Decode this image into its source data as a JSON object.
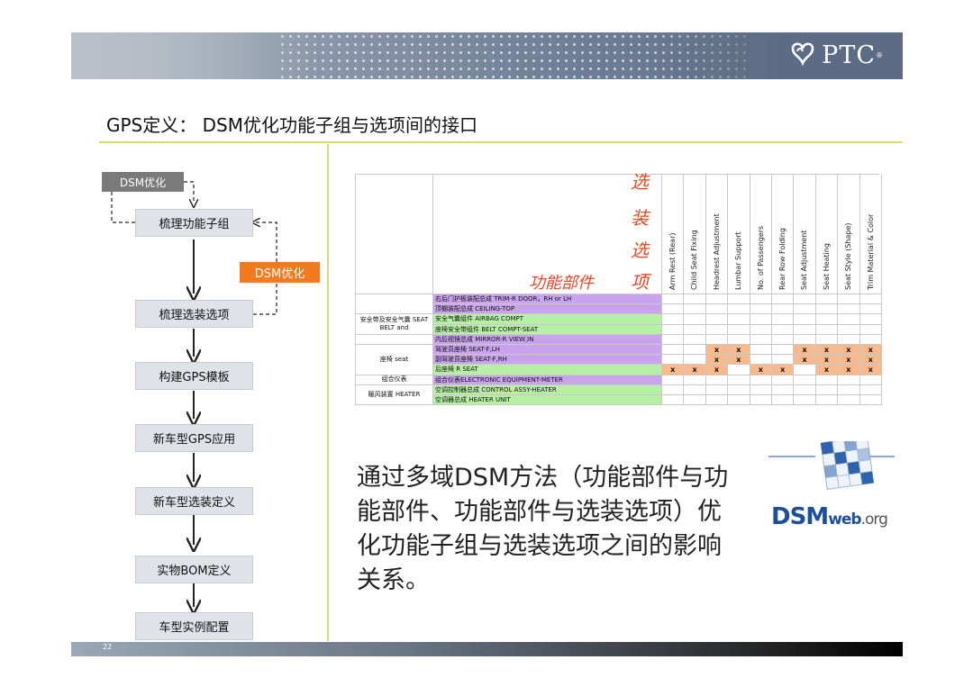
{
  "header": {
    "logo_text": "PTC",
    "logo_reg": "®"
  },
  "title": "GPS定义： DSM优化功能子组与选项间的接口",
  "flow": {
    "tag_gray": "DSM优化",
    "tag_orange": "DSM优化",
    "steps": [
      "梳理功能子组",
      "梳理选装选项",
      "构建GPS模板",
      "新车型GPS应用",
      "新车型选装定义",
      "实物BOM定义",
      "车型实例配置"
    ]
  },
  "matrix": {
    "option_label_chars": [
      "选",
      "装",
      "选",
      "项"
    ],
    "component_label": "功能部件",
    "columns": [
      "Arm Rest (Rear)",
      "Child Seat Fixing",
      "Headrest Adjustment",
      "Lumbar Support",
      "No. of Passengers",
      "Rear Row Folding",
      "Seat Adjustment",
      "Seat Heating",
      "Seat Style (Shape)",
      "Trim Material & Color"
    ],
    "groups": [
      {
        "label": "",
        "rows": [
          0,
          1
        ]
      },
      {
        "label": "安全带及安全气囊 SEAT BELT and",
        "rows": [
          2,
          3
        ]
      },
      {
        "label": "",
        "rows": [
          4
        ]
      },
      {
        "label": "座椅 seat",
        "rows": [
          5,
          6,
          7
        ]
      },
      {
        "label": "组合仪表",
        "rows": [
          8
        ]
      },
      {
        "label": "暖风装置 HEATER",
        "rows": [
          9,
          10
        ]
      }
    ],
    "rows": [
      {
        "name": "右后门护板装配总成 TRIM-R DOOR，RH or LH",
        "color": "purple",
        "marks": []
      },
      {
        "name": "顶棚装配总成 CEILING-TOP",
        "color": "purple",
        "marks": []
      },
      {
        "name": "安全气囊组件 AIRBAG COMPT",
        "color": "green",
        "marks": []
      },
      {
        "name": "座椅安全带组件 BELT COMPT-SEAT",
        "color": "green",
        "marks": []
      },
      {
        "name": "内后视镜总成 MIRROR-R VIEW,IN",
        "color": "purple",
        "marks": []
      },
      {
        "name": "驾驶员座椅 SEAT-F,LH",
        "color": "purple",
        "marks": [
          2,
          3,
          6,
          7,
          8,
          9
        ]
      },
      {
        "name": "副驾驶员座椅 SEAT-F,RH",
        "color": "purple",
        "marks": [
          2,
          3,
          6,
          7,
          8,
          9
        ]
      },
      {
        "name": "后座椅 R SEAT",
        "color": "green",
        "marks": [
          0,
          1,
          2,
          4,
          5,
          7,
          8,
          9
        ]
      },
      {
        "name": "组合仪表ELECTRONIC EQUIPMENT-METER",
        "color": "purple",
        "marks": []
      },
      {
        "name": "空调控制器总成 CONTROL ASSY-HEATER",
        "color": "green",
        "marks": []
      },
      {
        "name": "空调器总成 HEATER UNIT",
        "color": "green",
        "marks": []
      }
    ],
    "mark_symbol": "x",
    "colors": {
      "purple": "#c9a3ee",
      "green": "#b6f0a4",
      "mark": "#f8b98d"
    }
  },
  "body_text": "通过多域DSM方法（功能部件与功能部件、功能部件与选装选项）优化功能子组与选装选项之间的影响关系。",
  "dsmweb": {
    "dsm": "DSM",
    "web": "web",
    "org": ".org"
  },
  "footer": {
    "page_number": "22"
  }
}
